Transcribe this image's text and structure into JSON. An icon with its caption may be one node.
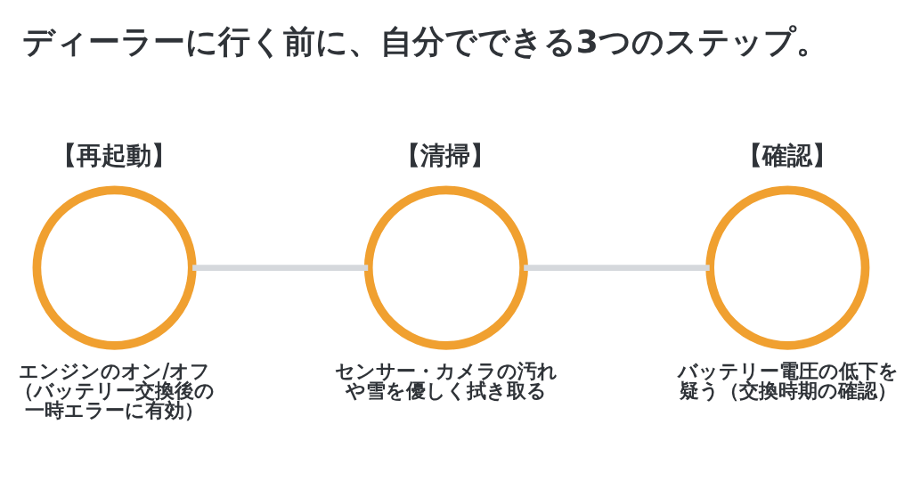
{
  "diagram": {
    "title": "ディーラーに行く前に、自分でできる3つのステップ。",
    "nodes": [
      {
        "text": [
          "【再起動】"
        ],
        "beside": [
          "エンジンのオン/オフ（バッテリー交換後の一時エラーに有効）"
        ]
      },
      {
        "text": [
          "【清掃】"
        ],
        "beside": [
          "センサー・カメラの汚れや雪を優しく拭き取る"
        ]
      },
      {
        "text": [
          "【確認】"
        ],
        "beside": [
          "バッテリー電圧の低下を疑う（交換時期の確認）"
        ]
      }
    ],
    "edges": [
      {
        "from": 0,
        "to": 1,
        "arrow": "none"
      },
      {
        "from": 1,
        "to": 2,
        "arrow": "none"
      }
    ]
  }
}
